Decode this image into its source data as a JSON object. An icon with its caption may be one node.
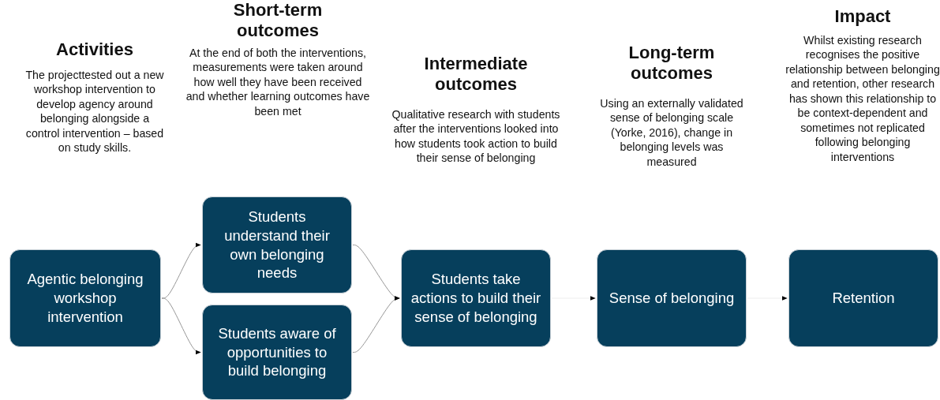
{
  "diagram": {
    "nodes": [
      {
        "text": [
          "Agentic belonging workshop intervention"
        ]
      },
      {
        "text": [
          "Students understand their own belonging needs"
        ]
      },
      {
        "text": [
          "Students aware of opportunities to build belonging"
        ]
      },
      {
        "text": [
          "Students take actions to build their sense of belonging"
        ]
      },
      {
        "text": [
          "Sense of belonging"
        ]
      },
      {
        "text": [
          "Retention"
        ]
      }
    ],
    "edges": [
      {
        "from": 0,
        "to": 1,
        "arrow": "to"
      },
      {
        "from": 0,
        "to": 2,
        "arrow": "to"
      },
      {
        "from": 1,
        "to": 3,
        "arrow": "to"
      },
      {
        "from": 2,
        "to": 3,
        "arrow": "to"
      },
      {
        "from": 3,
        "to": 4,
        "arrow": "to",
        "color": "#ececec"
      },
      {
        "from": 4,
        "to": 5,
        "arrow": "to",
        "color": "#ececec"
      }
    ],
    "labels": [
      "Activities",
      "The projecttested out a new workshop intervention to develop agency around belonging alongside a control intervention – based on study skills.",
      "Short-term outcomes",
      "At the end of both the interventions, measurements were taken around how well they have been received and whether learning outcomes have been met",
      "Intermediate outcomes",
      "Qualitative research with students after the interventions looked into how students took action to build their sense of belonging",
      "Long-term outcomes",
      "Using an externally validated sense of belonging scale (Yorke, 2016), change in belonging levels was measured",
      "Impact",
      "Whilst existing research recognises the positive relationship between belonging and retention, other research has shown this relationship to be context-dependent and sometimes not replicated following belonging interventions"
    ]
  }
}
